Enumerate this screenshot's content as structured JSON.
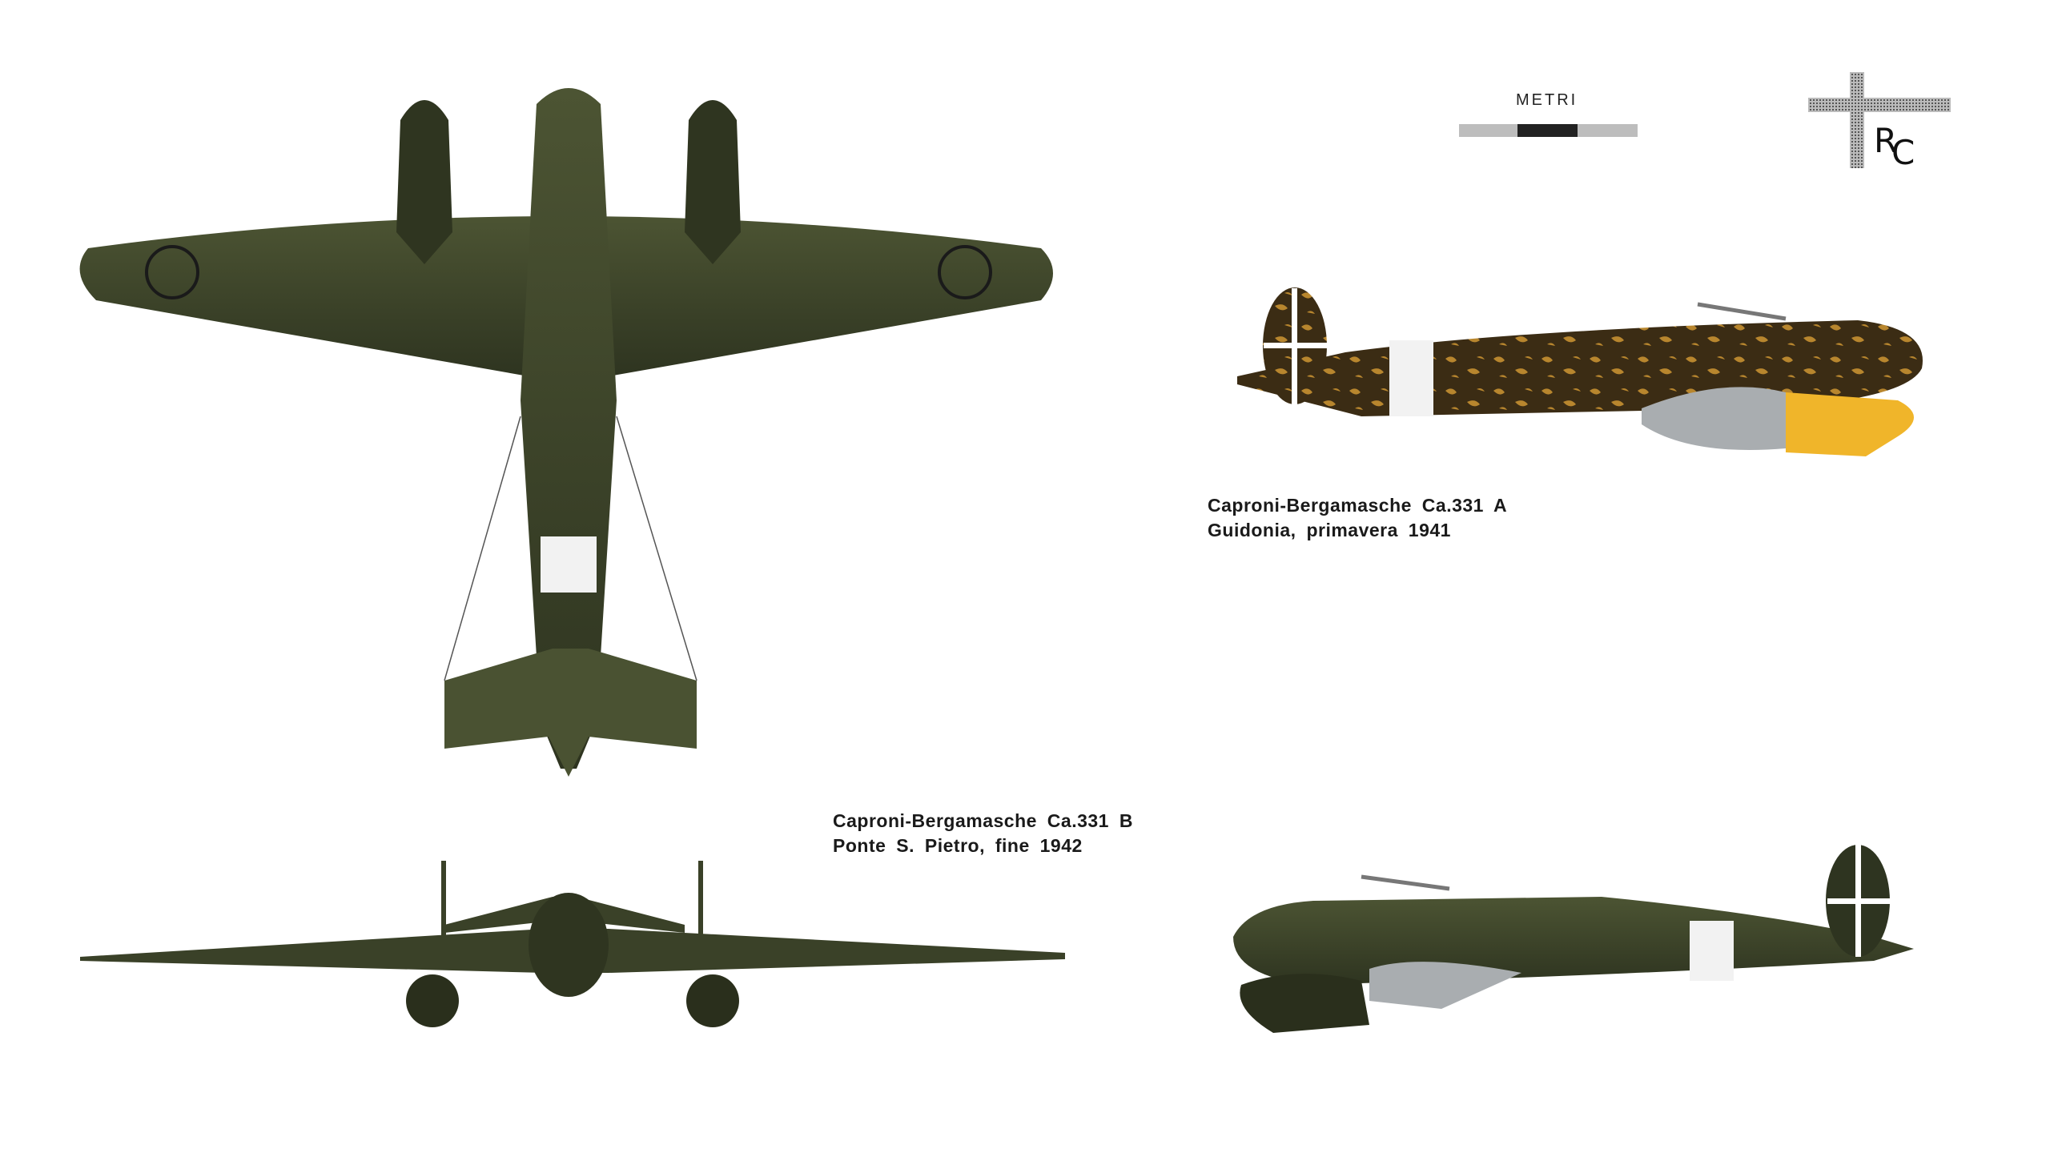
{
  "scale": {
    "label": "METRI"
  },
  "logo": {
    "text": "RC"
  },
  "captions": {
    "a": {
      "line1": "Caproni-Bergamasche Ca.331 A",
      "line2": "Guidonia, primavera 1941"
    },
    "b": {
      "line1": "Caproni-Bergamasche Ca.331 B",
      "line2": "Ponte S. Pietro, fine 1942"
    }
  },
  "colors": {
    "olive": "#3d4428",
    "camo_brown": "#3b2c14",
    "camo_ochre": "#b8862e",
    "yellow": "#f0b52a",
    "white_band": "#f2f2f2"
  }
}
